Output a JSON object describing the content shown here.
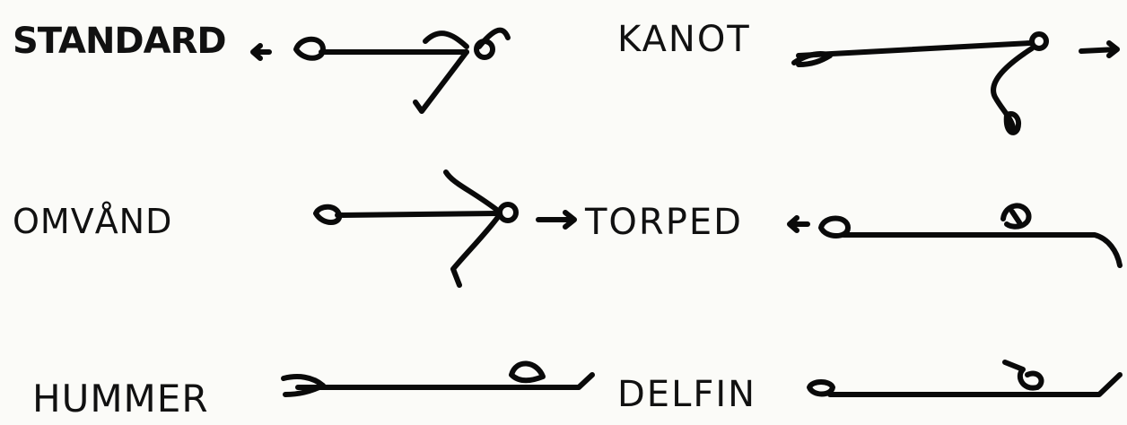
{
  "labels": {
    "standard": "STANDARD",
    "kanot": "KANOT",
    "omvand": "OMVÅND",
    "torped": "TORPED",
    "hummer": "HUMMER",
    "delfin": "DELFIN"
  },
  "colors": {
    "ink": "#0a0a0a",
    "paper": "#fbfbf8"
  }
}
